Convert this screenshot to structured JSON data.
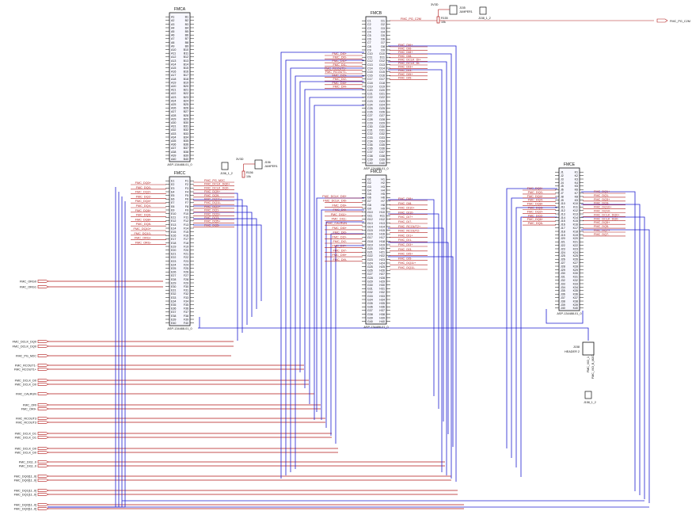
{
  "connectors": {
    "fmca": {
      "title": "FMCA",
      "part": "ASP-134488-01_0",
      "left_prefix": "A",
      "right_prefix": "B",
      "rows": 40
    },
    "fmcb": {
      "title": "FMCB",
      "part": "ASP-134488-01_0",
      "left_prefix": "C",
      "right_prefix": "D",
      "rows": 40
    },
    "fmcc": {
      "title": "FMCC",
      "part": "ASP-134488-01_0",
      "left_prefix": "E",
      "right_prefix": "F",
      "rows": 40
    },
    "fmcd": {
      "title": "FMCD",
      "part": "ASP-134488-01_0",
      "left_prefix": "G",
      "right_prefix": "H",
      "rows": 40
    },
    "fmce": {
      "title": "FMCE",
      "part": "ASP-134488-01_0",
      "left_prefix": "J",
      "right_prefix": "K",
      "rows": 40
    }
  },
  "jumpers": {
    "top": {
      "ref": "J155",
      "name": "JUMPER1",
      "res": "R155",
      "val": "10k",
      "power": "3V3D",
      "test": "J158_1_2"
    },
    "mid": {
      "ref": "J156",
      "name": "JUMPER1",
      "res": "R156",
      "val": "10k",
      "power": "3V3D",
      "test": "J156_1_2"
    }
  },
  "header": {
    "ref": "J158",
    "name": "HEADER 2",
    "pins": [
      "FMC_VIO_1",
      "FMC_VIO_B_M2C"
    ],
    "test": "J158_1_2"
  },
  "prsnt_offpage": "FMC_PG_C2M",
  "prsnt_label": "FMC_PG_C2M",
  "left_ports": [
    "FMC_ORG0",
    "FMC_ORG1",
    "FMC_DCLK_DQ0",
    "FMC_DCLK_DQ0",
    "FMC_PG_M2C",
    "FMC_RCOUT1-",
    "FMC_RCOUT1+",
    "FMC_DCLK_D0",
    "FMC_DCLK_D0",
    "FMC_CALRUN",
    "FMC_ORI",
    "FMC_ORI+",
    "FMC_RCOUT3",
    "FMC_RCOUT3",
    "FMC_DCLK_D1",
    "FMC_DCLK_D1",
    "FMC_DCLK_D0",
    "FMC_DCLK_D0",
    "FMC_DI11..0",
    "FMC_DI11..0",
    "FMC_DQ0[11..0]",
    "FMC_DQ0[11..0]",
    "FMC_DQ1[11..0]",
    "FMC_DQ1[11..0]",
    "FMC_DQ0[11..0]",
    "FMC_DQ0[11..0]"
  ],
  "net_labels": {
    "fmcb_left": [
      "FMC_DI0+",
      "FMC_DI0-",
      "FMC_DI1+",
      "FMC_DI1-",
      "FMC_RCOUT1+",
      "FMC_RCOUT1-",
      "FMC_DI2+",
      "FMC_DI2-",
      "FMC_DI4+",
      "FMC_DI4-"
    ],
    "fmcb_right": [
      "FMC_DI6+",
      "FMC_DI6-",
      "FMC_DI8+",
      "FMC_DI8-",
      "FMC_DCLK_DI+",
      "FMC_DCLK_DI-",
      "FMC_DI3+",
      "FMC_DI3-",
      "FMC_DI5+",
      "FMC_DI5-"
    ],
    "fmcb_pg": "FMC_PG_C2M",
    "fmcc_left": [
      "FMC_DQ0+",
      "FMC_DQ0-",
      "FMC_DQ2+",
      "FMC_DQ2-",
      "FMC_DQ4+",
      "FMC_DQ4-",
      "FMC_DQ6+",
      "FMC_DQ6-",
      "FMC_DQ8+",
      "FMC_DQ8-",
      "FMC_DQ10+",
      "FMC_DQ10-",
      "FMC_ORG+",
      "FMC_ORG-"
    ],
    "fmcc_right": [
      "FMC_PG_M2C",
      "FMC_DCLK_DQ0+",
      "FMC_DCLK_DQ0-",
      "FMC_DQ9+",
      "FMC_DQ9-",
      "FMC_DQ11+",
      "FMC_DQ11-",
      "FMC_DQ1+",
      "FMC_DQ1-",
      "FMC_DQ3+",
      "FMC_DQ3-",
      "FMC_DQ5+",
      "FMC_DQ5-"
    ],
    "fmcd_left": [
      "FMC_DCLK_DI0+",
      "FMC_DCLK_DI0-",
      "FMC_DI9+",
      "FMC_DI9-",
      "FMC_DI11+",
      "FMC_DI11-",
      "FMC_CALRUN",
      "FMC_DI0+",
      "FMC_DI0-",
      "FMC_DI2+",
      "FMC_DI2-",
      "FMC_DI7+",
      "FMC_DI7-",
      "FMC_DI9+",
      "FMC_DI9-"
    ],
    "fmcd_right": [
      "FMC_DI8+",
      "FMC_DI8-",
      "FMC_DI10+",
      "FMC_DI10-",
      "FMC_DI7+",
      "FMC_DI7-",
      "FMC_RCOUT2+",
      "FMC_RCOUT2-",
      "FMC_DI1+",
      "FMC_DI1-",
      "FMC_DI3+",
      "FMC_DI3-",
      "FMC_DI5+",
      "FMC_DI5-",
      "FMC_DQ11+",
      "FMC_DQ11-"
    ],
    "fmce_left": [
      "FMC_DQ0+",
      "FMC_DQ0-",
      "FMC_DQ4+",
      "FMC_DQ4-",
      "FMC_DQ8+",
      "FMC_DQ8-",
      "FMC_DQ2+",
      "FMC_DQ2-",
      "FMC_DQ6+",
      "FMC_DQ6-"
    ],
    "fmce_right": [
      "FMC_DQ1+",
      "FMC_DQ1-",
      "FMC_DQ3+",
      "FMC_DQ3-",
      "FMC_DQ10+",
      "FMC_DQ10-",
      "FMC_DCLK_DQ0+",
      "FMC_DCLK_DQ0-",
      "FMC_DQ5+",
      "FMC_DQ5-",
      "FMC_DQ7+",
      "FMC_DQ7-"
    ]
  },
  "colors": {
    "wire": "#1f1fd0",
    "net": "#b01818",
    "ink": "#111111",
    "body": "#f8f8ff"
  }
}
